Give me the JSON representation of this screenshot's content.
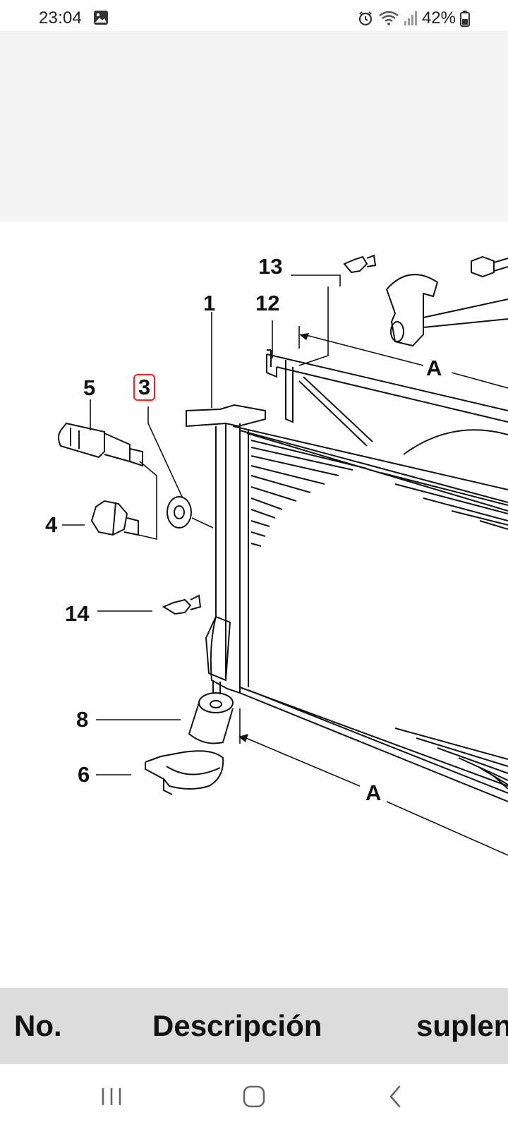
{
  "status_bar": {
    "time": "23:04",
    "battery": "42%",
    "icons": [
      "gallery-icon",
      "alarm-icon",
      "wifi-icon",
      "signal-icon",
      "battery-icon"
    ]
  },
  "diagram": {
    "callouts": {
      "c1": "1",
      "c3": "3",
      "c4": "4",
      "c5": "5",
      "c6": "6",
      "c8": "8",
      "c12": "12",
      "c13": "13",
      "c14": "14",
      "a_top": "A",
      "a_bottom": "A"
    },
    "highlight_color": "#e0252b"
  },
  "table": {
    "columns": [
      "No.",
      "Descripción",
      "suplen"
    ]
  },
  "nav": {
    "icons": [
      "recents-icon",
      "home-icon",
      "back-icon"
    ]
  }
}
